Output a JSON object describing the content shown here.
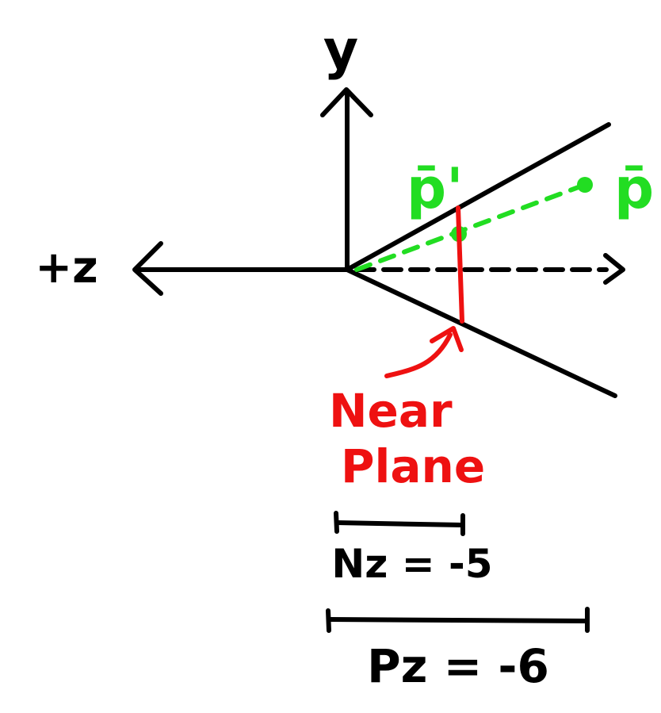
{
  "labels": {
    "y_axis": "y",
    "z_axis": "+z",
    "p_prime": "p̄'",
    "p": "p̄",
    "near_plane_line1": "Near",
    "near_plane_line2": "Plane",
    "nz": "Nz = -5",
    "pz": "Pz = -6"
  },
  "colors": {
    "ink": "#000000",
    "projection": "#22dd22",
    "near_plane": "#ee1111",
    "background": "#ffffff"
  }
}
